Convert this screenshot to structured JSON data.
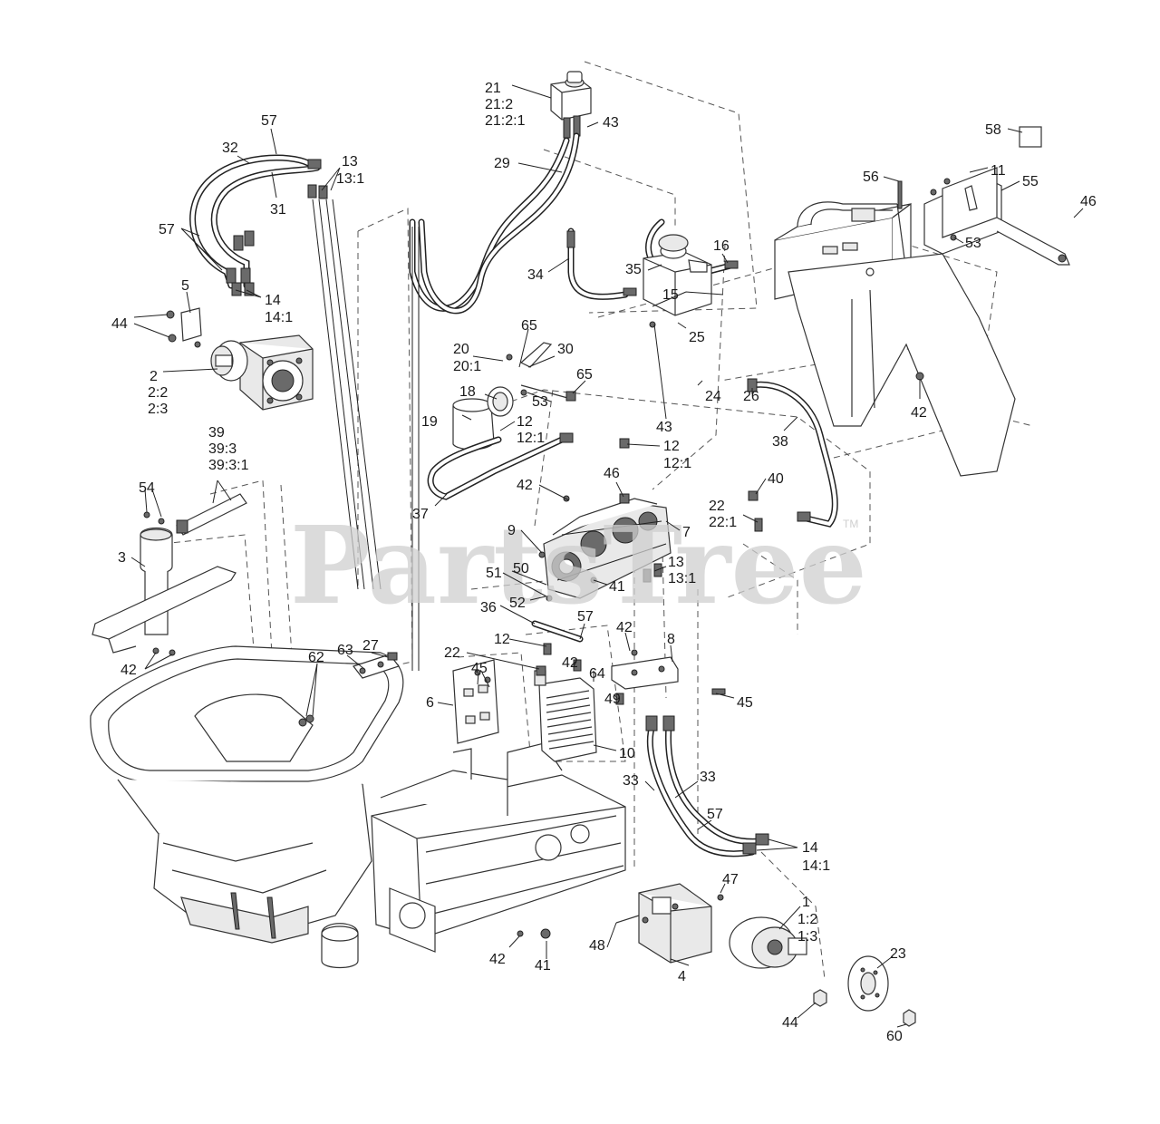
{
  "watermark": {
    "text": "PartsTree",
    "tm": "TM"
  },
  "callouts": [
    {
      "id": "c21",
      "lines": [
        "21",
        "21:2",
        "21:2:1"
      ]
    },
    {
      "id": "c43a",
      "lines": [
        "43"
      ]
    },
    {
      "id": "c58",
      "lines": [
        "58"
      ]
    },
    {
      "id": "c57a",
      "lines": [
        "57"
      ]
    },
    {
      "id": "c32",
      "lines": [
        "32"
      ]
    },
    {
      "id": "c13a",
      "lines": [
        "13",
        "13:1"
      ]
    },
    {
      "id": "c31",
      "lines": [
        "31"
      ]
    },
    {
      "id": "c29",
      "lines": [
        "29"
      ]
    },
    {
      "id": "c56",
      "lines": [
        "56"
      ]
    },
    {
      "id": "c11",
      "lines": [
        "11"
      ]
    },
    {
      "id": "c55",
      "lines": [
        "55"
      ]
    },
    {
      "id": "c46a",
      "lines": [
        "46"
      ]
    },
    {
      "id": "c57b",
      "lines": [
        "57"
      ]
    },
    {
      "id": "c53a",
      "lines": [
        "53"
      ]
    },
    {
      "id": "c16",
      "lines": [
        "16"
      ]
    },
    {
      "id": "c34",
      "lines": [
        "34"
      ]
    },
    {
      "id": "c35",
      "lines": [
        "35"
      ]
    },
    {
      "id": "c5",
      "lines": [
        "5"
      ]
    },
    {
      "id": "c14a",
      "lines": [
        "14",
        "14:1"
      ]
    },
    {
      "id": "c15",
      "lines": [
        "15"
      ]
    },
    {
      "id": "c44a",
      "lines": [
        "44"
      ]
    },
    {
      "id": "c65a",
      "lines": [
        "65"
      ]
    },
    {
      "id": "c25",
      "lines": [
        "25"
      ]
    },
    {
      "id": "c20",
      "lines": [
        "20",
        "20:1"
      ]
    },
    {
      "id": "c30",
      "lines": [
        "30"
      ]
    },
    {
      "id": "c2",
      "lines": [
        "2",
        "2:2",
        "2:3"
      ]
    },
    {
      "id": "c65b",
      "lines": [
        "65"
      ]
    },
    {
      "id": "c18",
      "lines": [
        "18"
      ]
    },
    {
      "id": "c53b",
      "lines": [
        "53"
      ]
    },
    {
      "id": "c42a",
      "lines": [
        "42"
      ]
    },
    {
      "id": "c24",
      "lines": [
        "24"
      ]
    },
    {
      "id": "c26",
      "lines": [
        "26"
      ]
    },
    {
      "id": "c19",
      "lines": [
        "19"
      ]
    },
    {
      "id": "c43b",
      "lines": [
        "43"
      ]
    },
    {
      "id": "c12a",
      "lines": [
        "12",
        "12:1"
      ]
    },
    {
      "id": "c38",
      "lines": [
        "38"
      ]
    },
    {
      "id": "c39",
      "lines": [
        "39",
        "39:3",
        "39:3:1"
      ]
    },
    {
      "id": "c12b",
      "lines": [
        "12",
        "12:1"
      ]
    },
    {
      "id": "c46b",
      "lines": [
        "46"
      ]
    },
    {
      "id": "c40",
      "lines": [
        "40"
      ]
    },
    {
      "id": "c54",
      "lines": [
        "54"
      ]
    },
    {
      "id": "c42b",
      "lines": [
        "42"
      ]
    },
    {
      "id": "c22a",
      "lines": [
        "22",
        "22:1"
      ]
    },
    {
      "id": "c37",
      "lines": [
        "37"
      ]
    },
    {
      "id": "c9",
      "lines": [
        "9"
      ]
    },
    {
      "id": "c7",
      "lines": [
        "7"
      ]
    },
    {
      "id": "c3",
      "lines": [
        "3"
      ]
    },
    {
      "id": "c13b",
      "lines": [
        "13",
        "13:1"
      ]
    },
    {
      "id": "c51",
      "lines": [
        "51"
      ]
    },
    {
      "id": "c50",
      "lines": [
        "50"
      ]
    },
    {
      "id": "c41a",
      "lines": [
        "41"
      ]
    },
    {
      "id": "c52",
      "lines": [
        "52"
      ]
    },
    {
      "id": "c36",
      "lines": [
        "36"
      ]
    },
    {
      "id": "c57c",
      "lines": [
        "57"
      ]
    },
    {
      "id": "c42c",
      "lines": [
        "42"
      ]
    },
    {
      "id": "c12c",
      "lines": [
        "12"
      ]
    },
    {
      "id": "c8",
      "lines": [
        "8"
      ]
    },
    {
      "id": "c42d",
      "lines": [
        "42"
      ]
    },
    {
      "id": "c27",
      "lines": [
        "27"
      ]
    },
    {
      "id": "c63",
      "lines": [
        "63"
      ]
    },
    {
      "id": "c62",
      "lines": [
        "62"
      ]
    },
    {
      "id": "c22b",
      "lines": [
        "22"
      ]
    },
    {
      "id": "c45a",
      "lines": [
        "45"
      ]
    },
    {
      "id": "c42e",
      "lines": [
        "42"
      ]
    },
    {
      "id": "c64",
      "lines": [
        "64"
      ]
    },
    {
      "id": "c45b",
      "lines": [
        "45"
      ]
    },
    {
      "id": "c6",
      "lines": [
        "6"
      ]
    },
    {
      "id": "c49",
      "lines": [
        "49"
      ]
    },
    {
      "id": "c10",
      "lines": [
        "10"
      ]
    },
    {
      "id": "c33a",
      "lines": [
        "33"
      ]
    },
    {
      "id": "c33b",
      "lines": [
        "33"
      ]
    },
    {
      "id": "c57d",
      "lines": [
        "57"
      ]
    },
    {
      "id": "c14b",
      "lines": [
        "14",
        "14:1"
      ]
    },
    {
      "id": "c47",
      "lines": [
        "47"
      ]
    },
    {
      "id": "c1",
      "lines": [
        "1",
        "1:2",
        "1:3"
      ]
    },
    {
      "id": "c48",
      "lines": [
        "48"
      ]
    },
    {
      "id": "c42f",
      "lines": [
        "42"
      ]
    },
    {
      "id": "c41b",
      "lines": [
        "41"
      ]
    },
    {
      "id": "c4",
      "lines": [
        "4"
      ]
    },
    {
      "id": "c23",
      "lines": [
        "23"
      ]
    },
    {
      "id": "c44b",
      "lines": [
        "44"
      ]
    },
    {
      "id": "c60",
      "lines": [
        "60"
      ]
    }
  ]
}
